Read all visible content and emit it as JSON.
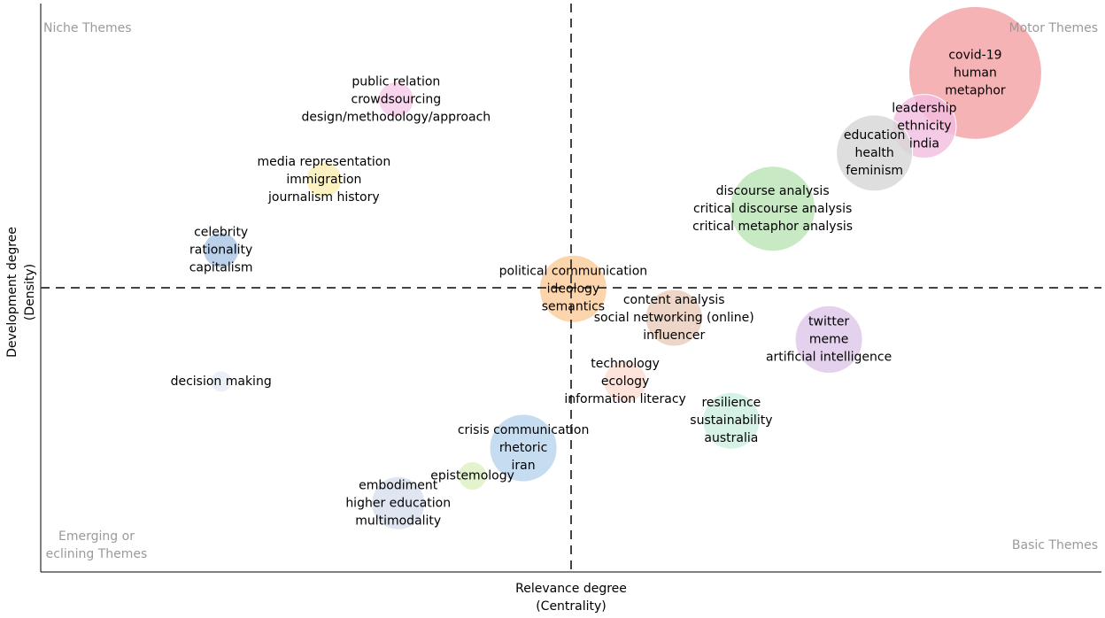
{
  "chart_data": {
    "type": "scatter",
    "subtype": "bubble",
    "xlabel": [
      "Relevance degree",
      "(Centrality)"
    ],
    "ylabel": [
      "Development degree",
      "(Density)"
    ],
    "quadrants": {
      "top_left": "Niche Themes",
      "top_right": "Motor Themes",
      "bottom_left": [
        "Emerging or",
        "eclining Themes"
      ],
      "bottom_right": "Basic Themes"
    },
    "x_reference": 0.5,
    "y_reference": 0.5,
    "xlim": [
      0,
      1
    ],
    "ylim": [
      0,
      1
    ],
    "grid": false,
    "clusters": [
      {
        "labels": [
          "covid-19",
          "human",
          "metaphor"
        ],
        "x": 0.881,
        "y": 0.878,
        "size": 75,
        "color": "#f4a0a4"
      },
      {
        "labels": [
          "leadership",
          "ethnicity",
          "india"
        ],
        "x": 0.833,
        "y": 0.784,
        "size": 36,
        "color": "#f3bde0"
      },
      {
        "labels": [
          "education",
          "health",
          "feminism"
        ],
        "x": 0.786,
        "y": 0.737,
        "size": 43,
        "color": "#d6d6d6"
      },
      {
        "labels": [
          "discourse analysis",
          "critical discourse analysis",
          "critical metaphor analysis"
        ],
        "x": 0.69,
        "y": 0.639,
        "size": 48,
        "color": "#b9e3b5"
      },
      {
        "labels": [
          "public relation",
          "crowdsourcing",
          "design/methodology/approach"
        ],
        "x": 0.335,
        "y": 0.831,
        "size": 20,
        "color": "#f7cbe8"
      },
      {
        "labels": [
          "media representation",
          "immigration",
          "journalism history"
        ],
        "x": 0.267,
        "y": 0.69,
        "size": 20,
        "color": "#fbeeb0"
      },
      {
        "labels": [
          "celebrity",
          "rationality",
          "capitalism"
        ],
        "x": 0.17,
        "y": 0.566,
        "size": 20,
        "color": "#a9c6e3"
      },
      {
        "labels": [
          "political communication",
          "ideology",
          "semantics"
        ],
        "x": 0.502,
        "y": 0.498,
        "size": 38,
        "color": "#fbcb99"
      },
      {
        "labels": [
          "content analysis",
          "social networking (online)",
          "influencer"
        ],
        "x": 0.597,
        "y": 0.447,
        "size": 32,
        "color": "#e9ccb9"
      },
      {
        "labels": [
          "twitter",
          "meme",
          "artificial intelligence"
        ],
        "x": 0.743,
        "y": 0.409,
        "size": 38,
        "color": "#ddc6ea"
      },
      {
        "labels": [
          "technology",
          "ecology",
          "information literacy"
        ],
        "x": 0.551,
        "y": 0.335,
        "size": 24,
        "color": "#fcdcd0"
      },
      {
        "labels": [
          "decision making"
        ],
        "x": 0.17,
        "y": 0.335,
        "size": 12,
        "color": "#e6ecf6"
      },
      {
        "labels": [
          "resilience",
          "sustainability",
          "australia"
        ],
        "x": 0.651,
        "y": 0.266,
        "size": 32,
        "color": "#ccefe0"
      },
      {
        "labels": [
          "crisis communication",
          "rhetoric",
          "iran"
        ],
        "x": 0.455,
        "y": 0.218,
        "size": 38,
        "color": "#b8d3ec"
      },
      {
        "labels": [
          "epistemology"
        ],
        "x": 0.407,
        "y": 0.169,
        "size": 16,
        "color": "#dcf0c2"
      },
      {
        "labels": [
          "embodiment",
          "higher education",
          "multimodality"
        ],
        "x": 0.337,
        "y": 0.121,
        "size": 30,
        "color": "#d8e0ee"
      }
    ]
  }
}
